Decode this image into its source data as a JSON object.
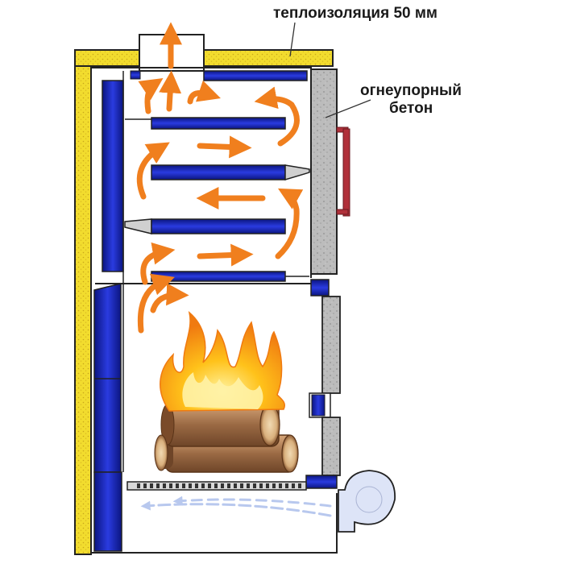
{
  "labels": {
    "insulation": "теплоизоляция 50 мм",
    "refractory_line1": "огнеупорный",
    "refractory_line2": "бетон"
  },
  "colors": {
    "insulation": "#f2dc2e",
    "insulation_dots": "#c9a81a",
    "baffle": "#1f2fc9",
    "baffle_dark": "#0b1580",
    "concrete": "#b9b9b9",
    "handle": "#b0303a",
    "flame_arrow": "#f07f1e",
    "air_arrow": "#b8c8ee",
    "fan": "#dde4f7",
    "wood": "#b9855a",
    "fire": "#f7a11a"
  },
  "icons": {
    "fan": "blower-fan-icon",
    "handle": "door-handle-icon",
    "firewood": "firewood-logs-icon",
    "fire": "flame-icon"
  }
}
